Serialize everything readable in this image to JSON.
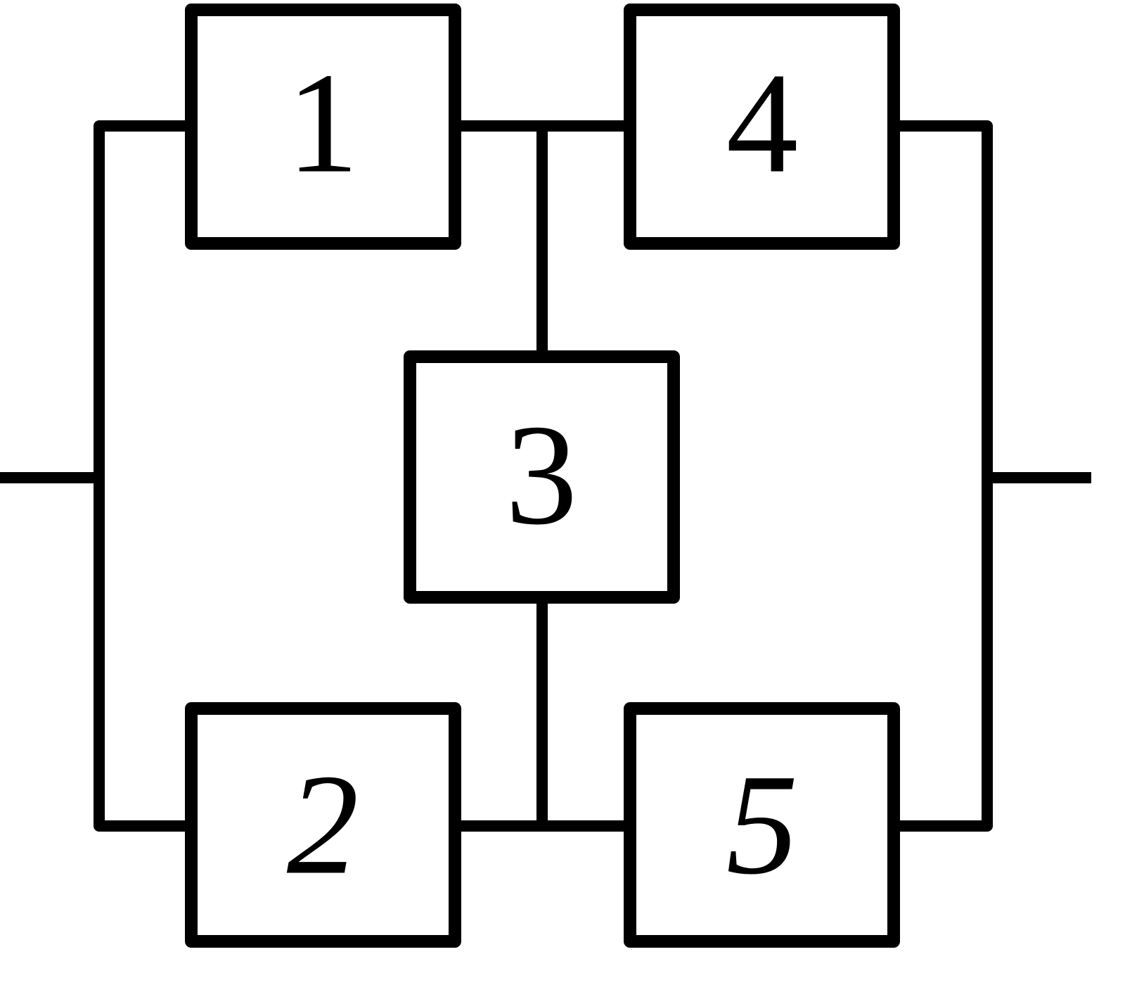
{
  "blocks": [
    {
      "id": "block-1",
      "label": "1"
    },
    {
      "id": "block-2",
      "label": "2"
    },
    {
      "id": "block-3",
      "label": "3"
    },
    {
      "id": "block-4",
      "label": "4"
    },
    {
      "id": "block-5",
      "label": "5"
    }
  ],
  "colors": {
    "line": "#000000",
    "background": "#ffffff"
  }
}
